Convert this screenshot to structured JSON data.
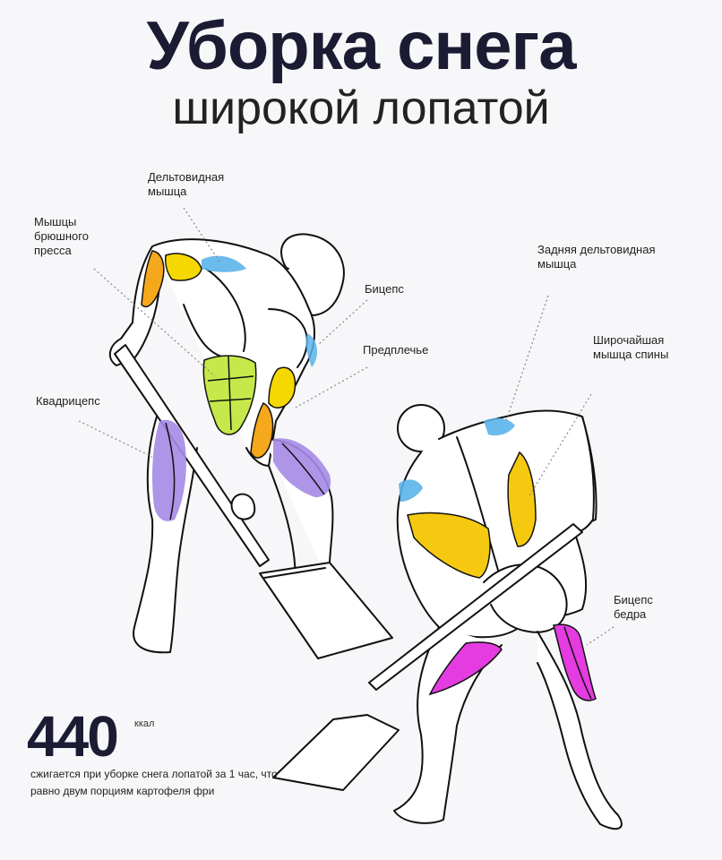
{
  "header": {
    "title": "Уборка снега",
    "subtitle": "широкой лопатой"
  },
  "labels": {
    "deltoid": "Дельтовидная мышца",
    "abs": "Мышцы брюшного пресса",
    "biceps": "Бицепс",
    "forearm": "Предплечье",
    "quadriceps": "Квадрицепс",
    "rear_deltoid": "Задняя дельтовидная мышца",
    "latissimus": "Широчайшая мышца спины",
    "hamstring": "Бицепс бедра"
  },
  "calories": {
    "value": "440",
    "unit": "ккал",
    "description": "сжигается при уборке снега лопатой за 1 час, что равно двум порциям картофеля фри"
  },
  "colors": {
    "background": "#f7f7f9",
    "title": "#1b1b33",
    "deltoid_blue": "#5bb4ea",
    "biceps_yellow": "#f5d800",
    "forearm_orange": "#f5a81c",
    "abs_green": "#c6e84a",
    "quad_purple": "#a58ae6",
    "lat_yellow": "#f5c90f",
    "hamstring_magenta": "#e43ce0"
  }
}
